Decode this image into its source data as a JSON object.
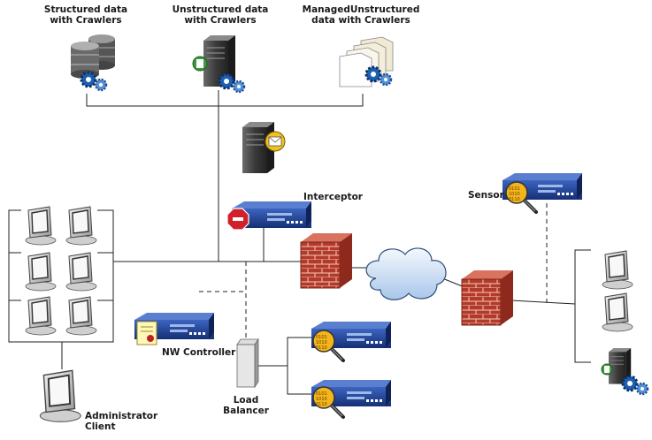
{
  "labels": {
    "structured_line1": "Structured data",
    "structured_line2": "with Crawlers",
    "unstructured_line1": "Unstructured data",
    "unstructured_line2": "with Crawlers",
    "managed_line1": "ManagedUnstructured",
    "managed_line2": "data with Crawlers",
    "interceptor": "Interceptor",
    "sensor": "Sensor",
    "nw_controller": "NW Controller",
    "load_balancer_line1": "Load",
    "load_balancer_line2": "Balancer",
    "admin_line1": "Administrator",
    "admin_line2": "Client"
  },
  "colors": {
    "appliance_blue": "#1f3f8f",
    "firewall_red": "#b33a2a",
    "cloud_blue": "#cfe0f3",
    "stop_red": "#d0202a",
    "gear_blue": "#1d5fb0",
    "server_gray": "#4a4a4a"
  }
}
